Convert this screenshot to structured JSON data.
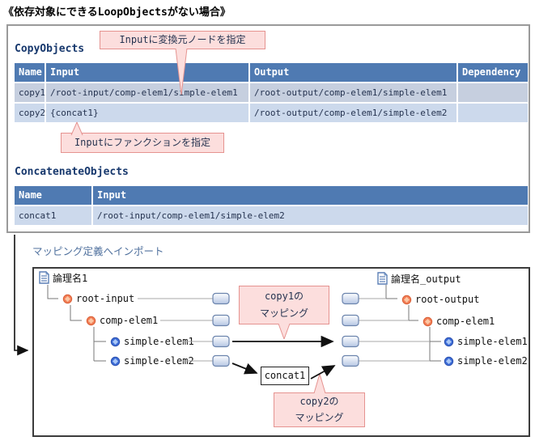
{
  "title": "《依存対象にできるLoopObjectsがない場合》",
  "copy_objects": {
    "heading": "CopyObjects",
    "columns": [
      "Name",
      "Input",
      "Output",
      "Dependency"
    ],
    "rows": [
      [
        "copy1",
        "/root-input/comp-elem1/simple-elem1",
        "/root-output/comp-elem1/simple-elem1",
        ""
      ],
      [
        "copy2",
        "{concat1}",
        "/root-output/comp-elem1/simple-elem2",
        ""
      ]
    ]
  },
  "concatenate_objects": {
    "heading": "ConcatenateObjects",
    "columns": [
      "Name",
      "Input"
    ],
    "rows": [
      [
        "concat1",
        "/root-input/comp-elem1/simple-elem2"
      ]
    ]
  },
  "callouts": {
    "input_source_node": "Inputに変換元ノードを指定",
    "input_function": "Inputにファンクションを指定",
    "copy1_mapping": [
      "copy1の",
      "マッピング"
    ],
    "copy2_mapping": [
      "copy2の",
      "マッピング"
    ]
  },
  "mapping_section": {
    "label": "マッピング定義へインポート",
    "left_tree": {
      "root": "論理名1",
      "nodes": [
        "root-input",
        "comp-elem1",
        "simple-elem1",
        "simple-elem2"
      ]
    },
    "right_tree": {
      "root": "論理名_output",
      "nodes": [
        "root-output",
        "comp-elem1",
        "simple-elem1",
        "simple-elem2"
      ]
    },
    "function_box": "concat1"
  },
  "colors": {
    "header-blue": "#4f7ab2",
    "row-odd": "#c6cfdf",
    "row-even": "#ccd9ec",
    "heading-navy": "#17386d",
    "callout-bg": "#fcdedd",
    "callout-border": "#e59390",
    "cell-text": "#253350",
    "section-label": "#50719e"
  }
}
